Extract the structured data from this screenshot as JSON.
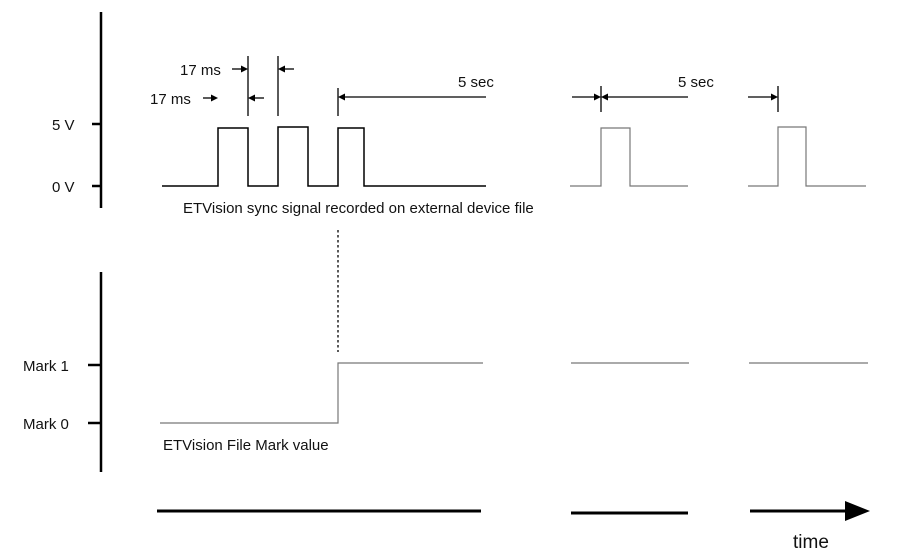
{
  "top_panel": {
    "y_labels": {
      "high": "5 V",
      "low": "0 V"
    },
    "caption": "ETVision sync signal recorded on external device file",
    "annotations": {
      "pulse_width_1": "17 ms",
      "pulse_width_2": "17 ms",
      "interval_1": "5 sec",
      "interval_2": "5 sec"
    }
  },
  "bottom_panel": {
    "y_labels": {
      "high": "Mark 1",
      "low": "Mark 0"
    },
    "caption": "ETVision File Mark value"
  },
  "time_axis": {
    "label": "time"
  },
  "colors": {
    "signal": "#000000",
    "secondary_signal": "#777777",
    "background": "#ffffff"
  }
}
